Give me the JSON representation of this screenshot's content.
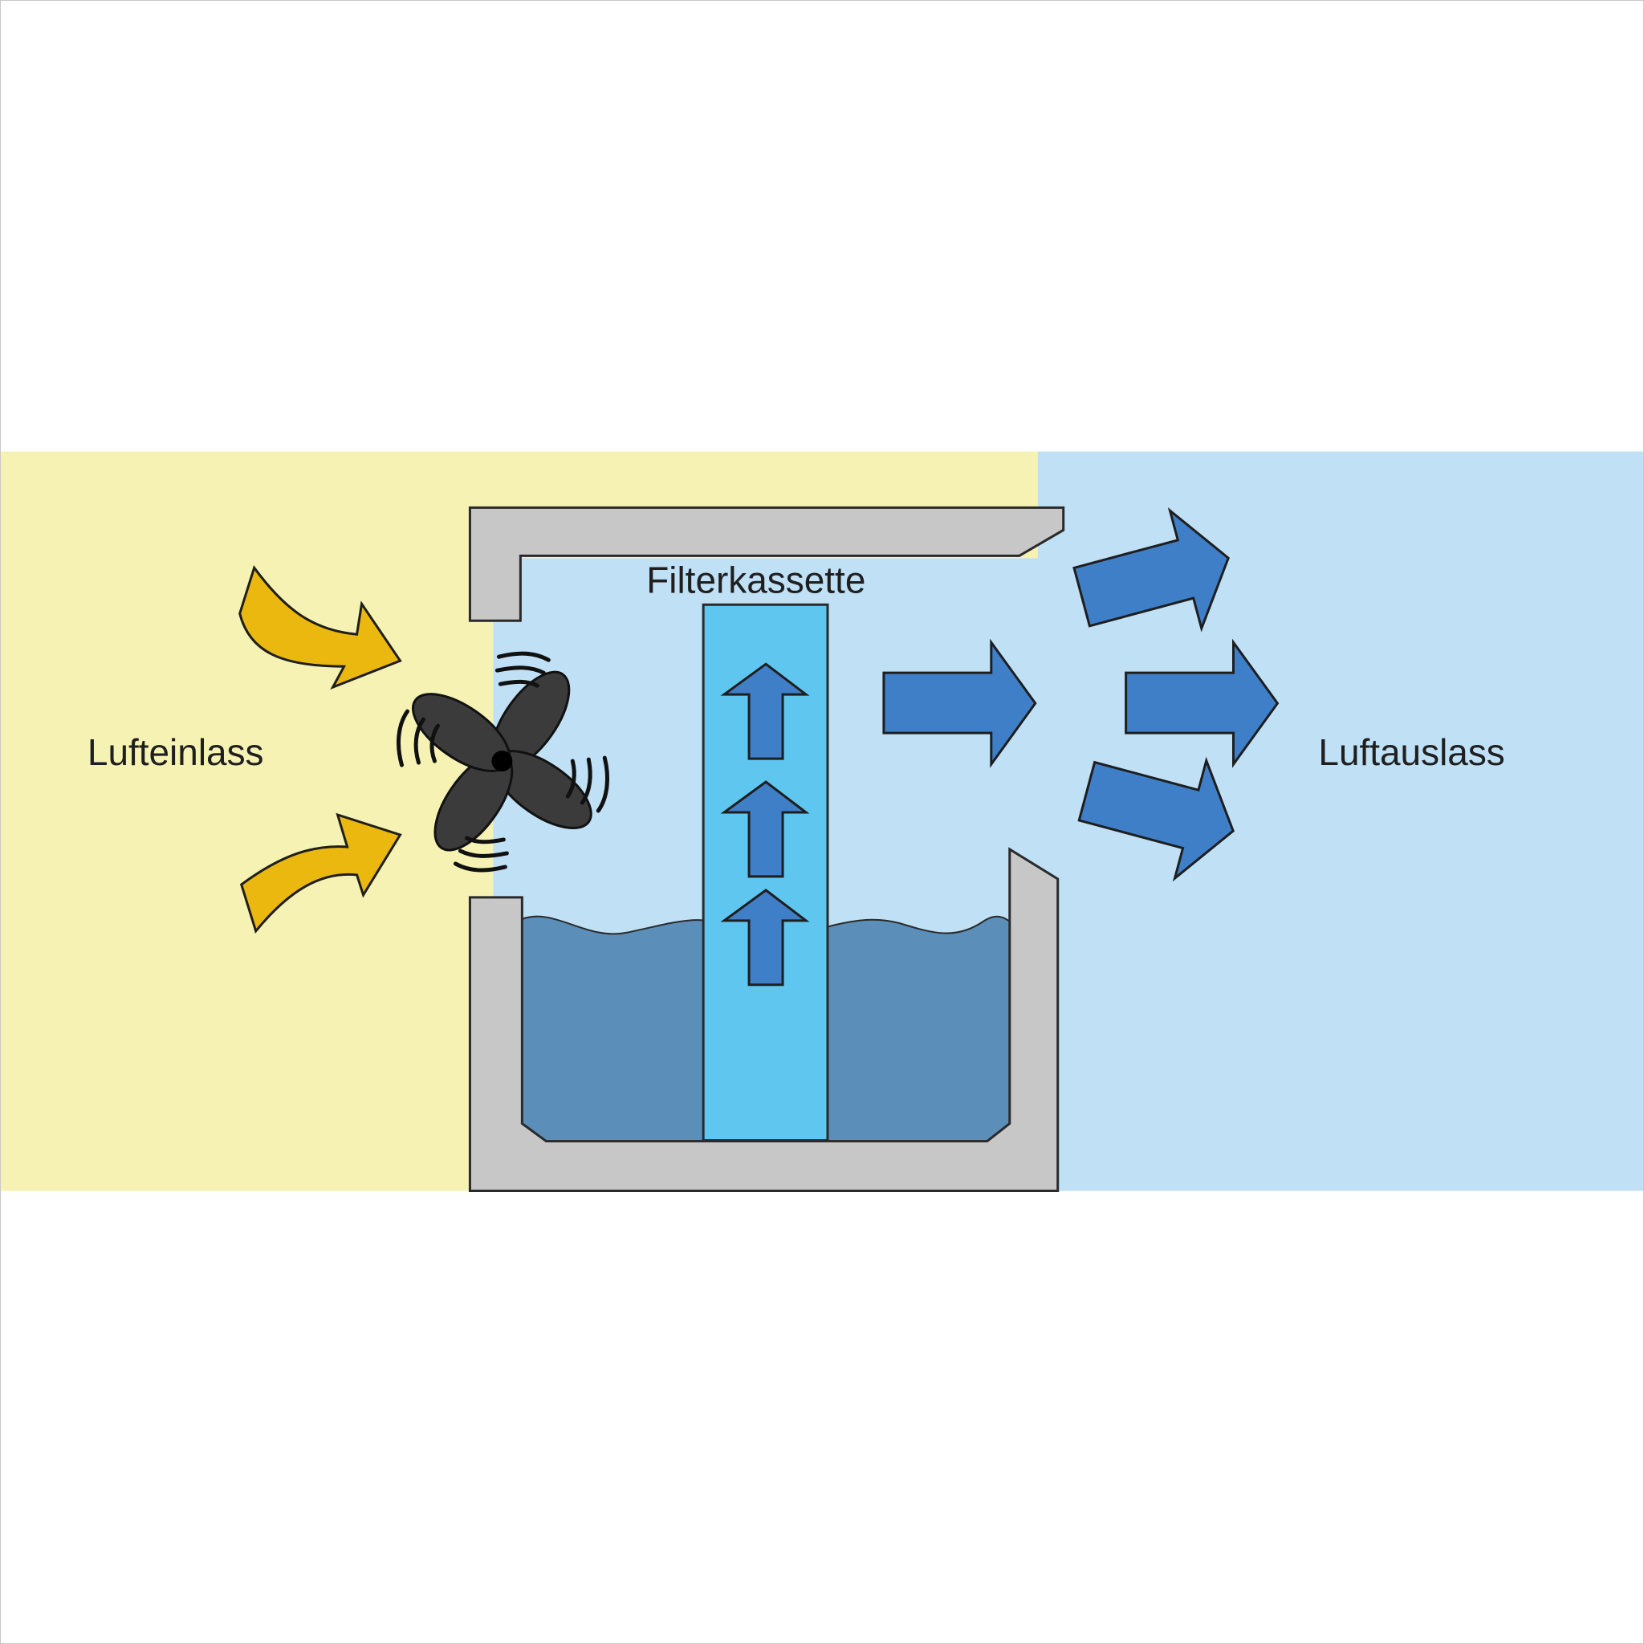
{
  "labels": {
    "inlet": "Lufteinlass",
    "filter": "Filterkassette",
    "outlet": "Luftauslass"
  },
  "colors": {
    "inlet_zone": "#f6f2b4",
    "outlet_zone": "#bfe0f5",
    "housing": "#c7c7c7",
    "water": "#5b8fba",
    "filter": "#5fc6f0",
    "flow_arrow": "#3f7fc8",
    "intake_arrow": "#eab80f",
    "fan": "#3b3b3b"
  },
  "icons": {
    "fan": "fan-icon",
    "intake": "intake-arrow-icon",
    "flow": "flow-arrow-icon"
  }
}
